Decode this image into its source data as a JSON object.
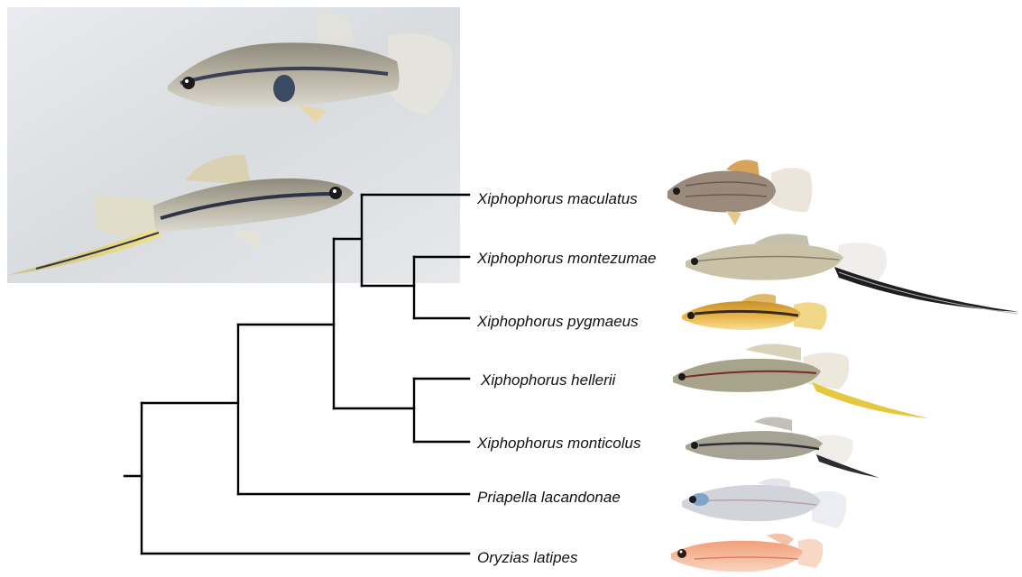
{
  "tree": {
    "taxa": [
      {
        "id": "maculatus",
        "name": "Xiphophorus maculatus"
      },
      {
        "id": "montezumae",
        "name": "Xiphophorus montezumae"
      },
      {
        "id": "pygmaeus",
        "name": "Xiphophorus pygmaeus"
      },
      {
        "id": "hellerii",
        "name": "Xiphophorus hellerii"
      },
      {
        "id": "monticolus",
        "name": "Xiphophorus monticolus"
      },
      {
        "id": "lacandonae",
        "name": "Priapella lacandonae"
      },
      {
        "id": "latipes",
        "name": "Oryzias latipes"
      }
    ]
  },
  "colors": {
    "branch": "#000000",
    "photo_background": "#dfe1e3",
    "fish_body_gray": "#a9a290",
    "fish_stripe": "#3a3f52",
    "swordtail_yellow": "#e2c64a",
    "pygmaeus_gold": "#e0a83a",
    "latipes_orange": "#f2a67c",
    "lacandonae_blue": "#7fa6c9"
  }
}
